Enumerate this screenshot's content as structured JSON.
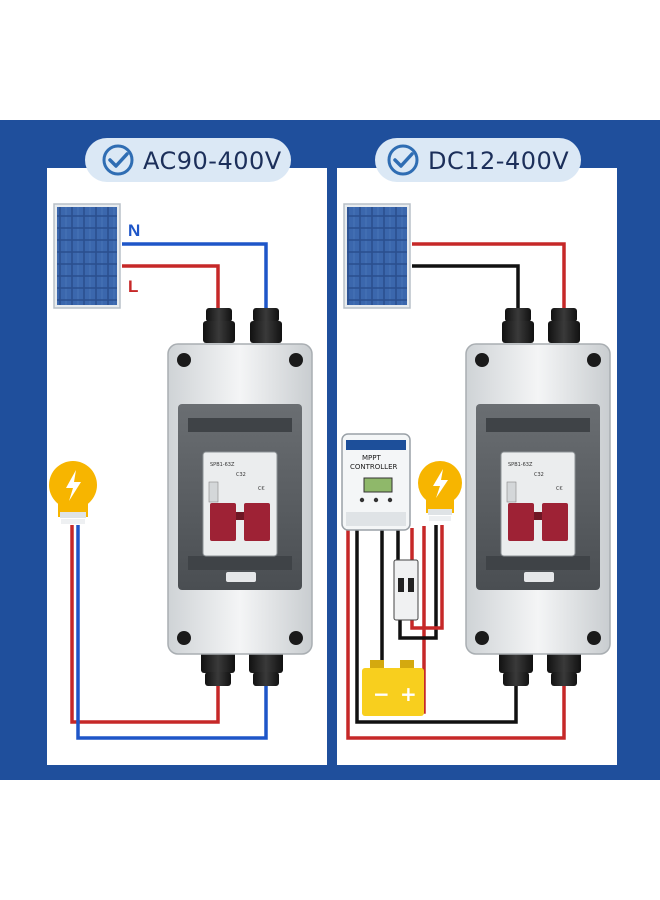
{
  "left_panel": {
    "title": "AC90-400V",
    "wire_n_label": "N",
    "wire_l_label": "L",
    "breaker_text": [
      "SPB1-63Z",
      "C32",
      "C€"
    ]
  },
  "right_panel": {
    "title": "DC12-400V",
    "controller_label_1": "MPPT",
    "controller_label_2": "CONTROLLER",
    "breaker_text": [
      "SPB1-63Z",
      "C32",
      "C€"
    ],
    "battery_minus": "−",
    "battery_plus": "+"
  },
  "colors": {
    "frame_blue": "#1f4f9c",
    "wire_red": "#c62828",
    "wire_blue": "#1e56c8",
    "wire_black": "#111111",
    "bulb_yellow": "#f7b500",
    "battery_yellow": "#f8cf1e",
    "pill_bg": "#dbe8f5",
    "check_blue": "#2f6db3"
  }
}
